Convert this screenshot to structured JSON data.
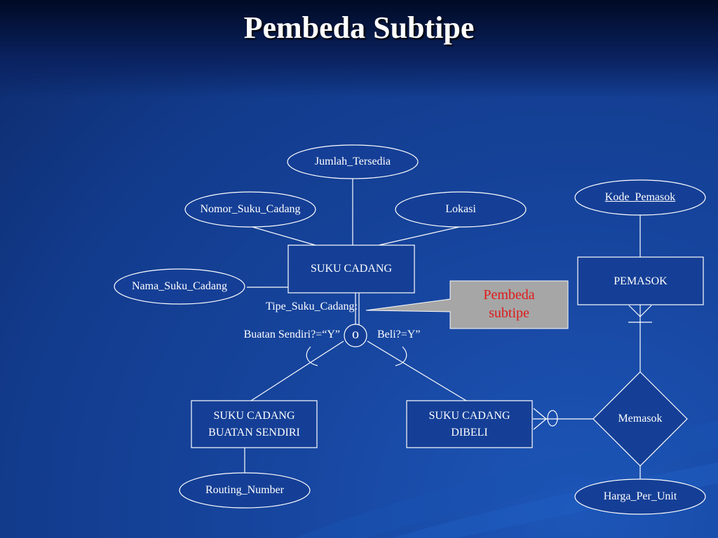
{
  "title": "Pembeda Subtipe",
  "entities": {
    "suku_cadang": "SUKU CADANG",
    "pemasok": "PEMASOK",
    "buatan_sendiri_line1": "SUKU CADANG",
    "buatan_sendiri_line2": "BUATAN SENDIRI",
    "dibeli_line1": "SUKU CADANG",
    "dibeli_line2": "DIBELI"
  },
  "attributes": {
    "jumlah_tersedia": "Jumlah_Tersedia",
    "nomor_suku_cadang": "Nomor_Suku_Cadang",
    "lokasi": "Lokasi",
    "nama_suku_cadang": "Nama_Suku_Cadang",
    "kode_pemasok": "Kode_Pemasok",
    "routing_number": "Routing_Number",
    "harga_per_unit": "Harga_Per_Unit"
  },
  "relationship": {
    "memasok": "Memasok"
  },
  "discriminator": {
    "label": "Tipe_Suku_Cadang:",
    "overlap_symbol": "o",
    "left_condition": "Buatan Sendiri?=“Y”",
    "right_condition": "Beli?=Y”"
  },
  "callout": {
    "line1": "Pembeda",
    "line2": "subtipe",
    "text_color": "#e01a1a",
    "box_color": "#a6a6a6"
  },
  "colors": {
    "line": "#ffffff",
    "background": "#1746a0"
  }
}
